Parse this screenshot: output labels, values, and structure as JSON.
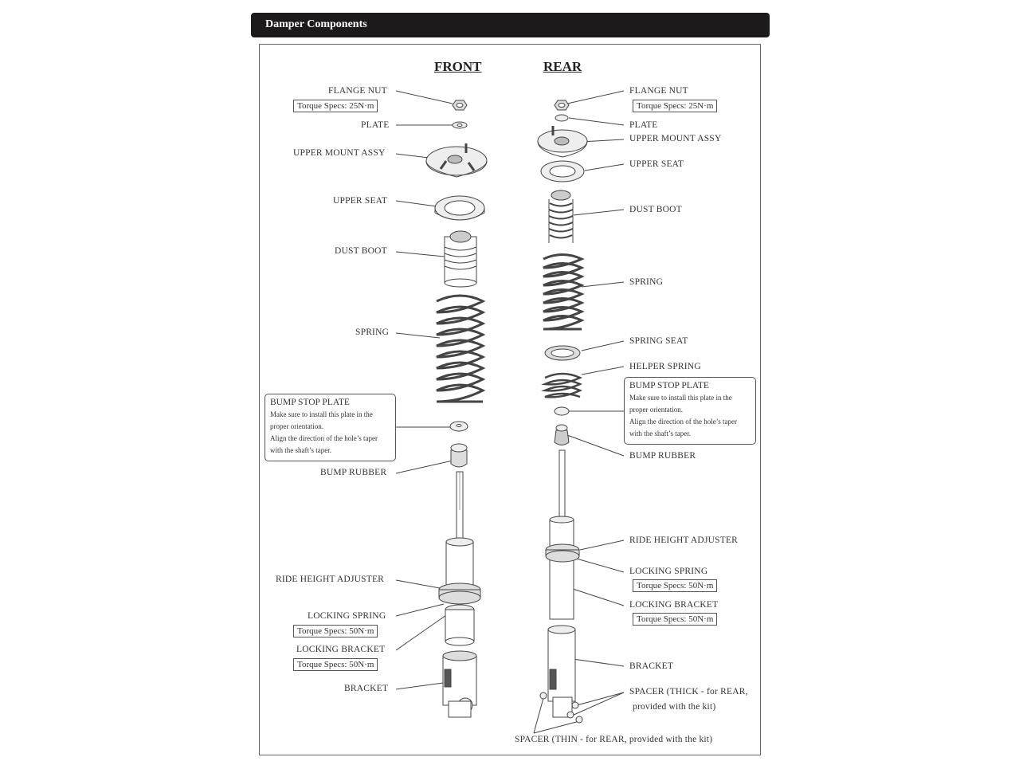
{
  "header": {
    "title": "Damper Components"
  },
  "columns": {
    "front": "FRONT",
    "rear": "REAR"
  },
  "front_labels": {
    "flange_nut": "FLANGE NUT",
    "flange_nut_torque": "Torque Specs: 25N·m",
    "plate": "PLATE",
    "upper_mount_assy": "UPPER MOUNT ASSY",
    "upper_seat": "UPPER SEAT",
    "dust_boot": "DUST BOOT",
    "spring": "SPRING",
    "bump_rubber": "BUMP RUBBER",
    "ride_height_adjuster": "RIDE HEIGHT ADJUSTER",
    "locking_spring": "LOCKING SPRING",
    "locking_spring_torque": "Torque Specs: 50N·m",
    "locking_bracket": "LOCKING BRACKET",
    "locking_bracket_torque": "Torque Specs: 50N·m",
    "bracket": "BRACKET"
  },
  "front_note": {
    "title": "BUMP STOP PLATE",
    "lines": [
      "Make sure to install this plate in the",
      "proper orientation.",
      "Align the direction of the hole’s taper",
      "with the shaft’s taper."
    ]
  },
  "rear_labels": {
    "flange_nut": "FLANGE NUT",
    "flange_nut_torque": "Torque Specs: 25N·m",
    "plate": "PLATE",
    "upper_mount_assy": "UPPER MOUNT ASSY",
    "upper_seat": "UPPER SEAT",
    "dust_boot": "DUST BOOT",
    "spring": "SPRING",
    "spring_seat": "SPRING SEAT",
    "helper_spring": "HELPER SPRING",
    "bump_rubber": "BUMP RUBBER",
    "ride_height_adjuster": "RIDE HEIGHT ADJUSTER",
    "locking_spring": "LOCKING SPRING",
    "locking_spring_torque": "Torque Specs: 50N·m",
    "locking_bracket": "LOCKING BRACKET",
    "locking_bracket_torque": "Torque Specs: 50N·m",
    "bracket": "BRACKET",
    "spacer_thick_1": "SPACER (THICK - for REAR,",
    "spacer_thick_2": "provided with the kit)",
    "spacer_thin": "SPACER (THIN - for REAR, provided with the kit)"
  },
  "rear_note": {
    "title": "BUMP STOP PLATE",
    "lines": [
      "Make sure to install this plate in the",
      "proper orientation.",
      "Align the direction of the hole’s taper",
      "with the shaft’s taper."
    ]
  },
  "colors": {
    "header_bg": "#1c1a1a",
    "line": "#444444"
  }
}
